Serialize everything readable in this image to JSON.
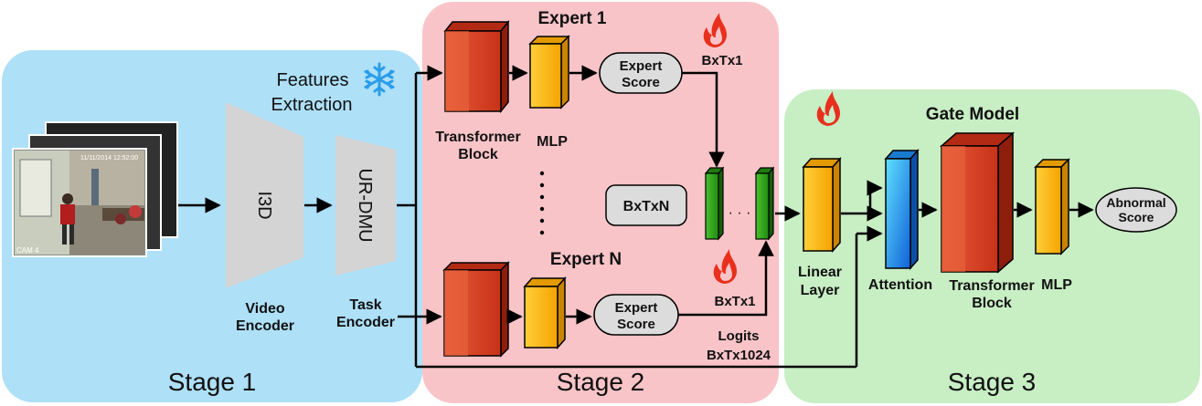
{
  "stages": {
    "stage1": "Stage 1",
    "stage2": "Stage 2",
    "stage3": "Stage 3"
  },
  "stage1": {
    "features_label_1": "Features",
    "features_label_2": "Extraction",
    "i3d": "I3D",
    "urdmu": "UR-DMU",
    "video_encoder_1": "Video",
    "video_encoder_2": "Encoder",
    "task_encoder_1": "Task",
    "task_encoder_2": "Encoder",
    "cam_label": "CAM 4",
    "frame_timestamp": "11/11/2014 12:52:00"
  },
  "stage2": {
    "expert1_title": "Expert 1",
    "expertN_title": "Expert N",
    "transformer_block_1": "Transformer",
    "transformer_block_2": "Block",
    "mlp": "MLP",
    "expert_score_1": "Expert",
    "expert_score_2": "Score",
    "bxtx1_top": "BxTx1",
    "bxtx1_bottom": "BxTx1",
    "bxtxn": "BxTxN",
    "logits_1": "Logits",
    "logits_2": "BxTx1024",
    "dots": "· · ·"
  },
  "stage3": {
    "gate_model": "Gate Model",
    "linear_layer_1": "Linear",
    "linear_layer_2": "Layer",
    "attention": "Attention",
    "transformer_block_1": "Transformer",
    "transformer_block_2": "Block",
    "mlp": "MLP",
    "abnormal_score_1": "Abnormal",
    "abnormal_score_2": "Score"
  },
  "colors": {
    "stage1_bg": "#aee0f8",
    "stage2_bg": "#f9c4c8",
    "stage3_bg": "#c8eec4",
    "red_block": "#d9432a",
    "yellow_block": "#f7b214",
    "green_block": "#2ea318",
    "blue_block": "#1b9ae0",
    "gray_encoder": "#d4d4d4",
    "fire": "#e8301c",
    "snowflake": "#2a9de8"
  }
}
